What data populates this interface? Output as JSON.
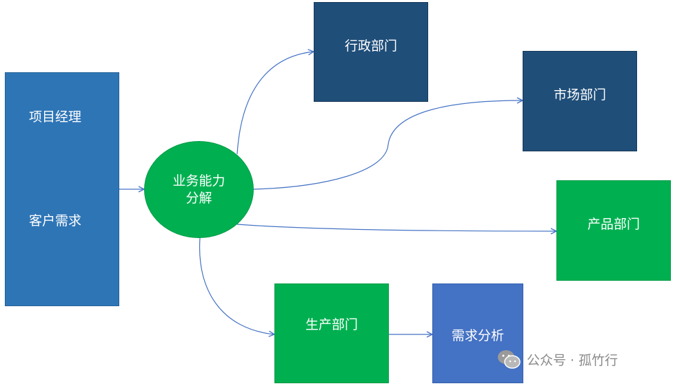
{
  "left_box": {
    "line1": "项目经理",
    "line2": "客户需求"
  },
  "center": {
    "line1": "业务能力",
    "line2": "分解"
  },
  "nodes": {
    "admin": "行政部门",
    "market": "市场部门",
    "product": "产品部门",
    "production": "生产部门",
    "demand": "需求分析"
  },
  "watermark": {
    "text": "公众号 · 孤竹行",
    "icon": "wechat-icon"
  },
  "colors": {
    "navy": "#1f4e79",
    "green": "#00b050",
    "blue": "#2e75b6",
    "mid_blue": "#4472c4",
    "arrow": "#4472c4"
  }
}
